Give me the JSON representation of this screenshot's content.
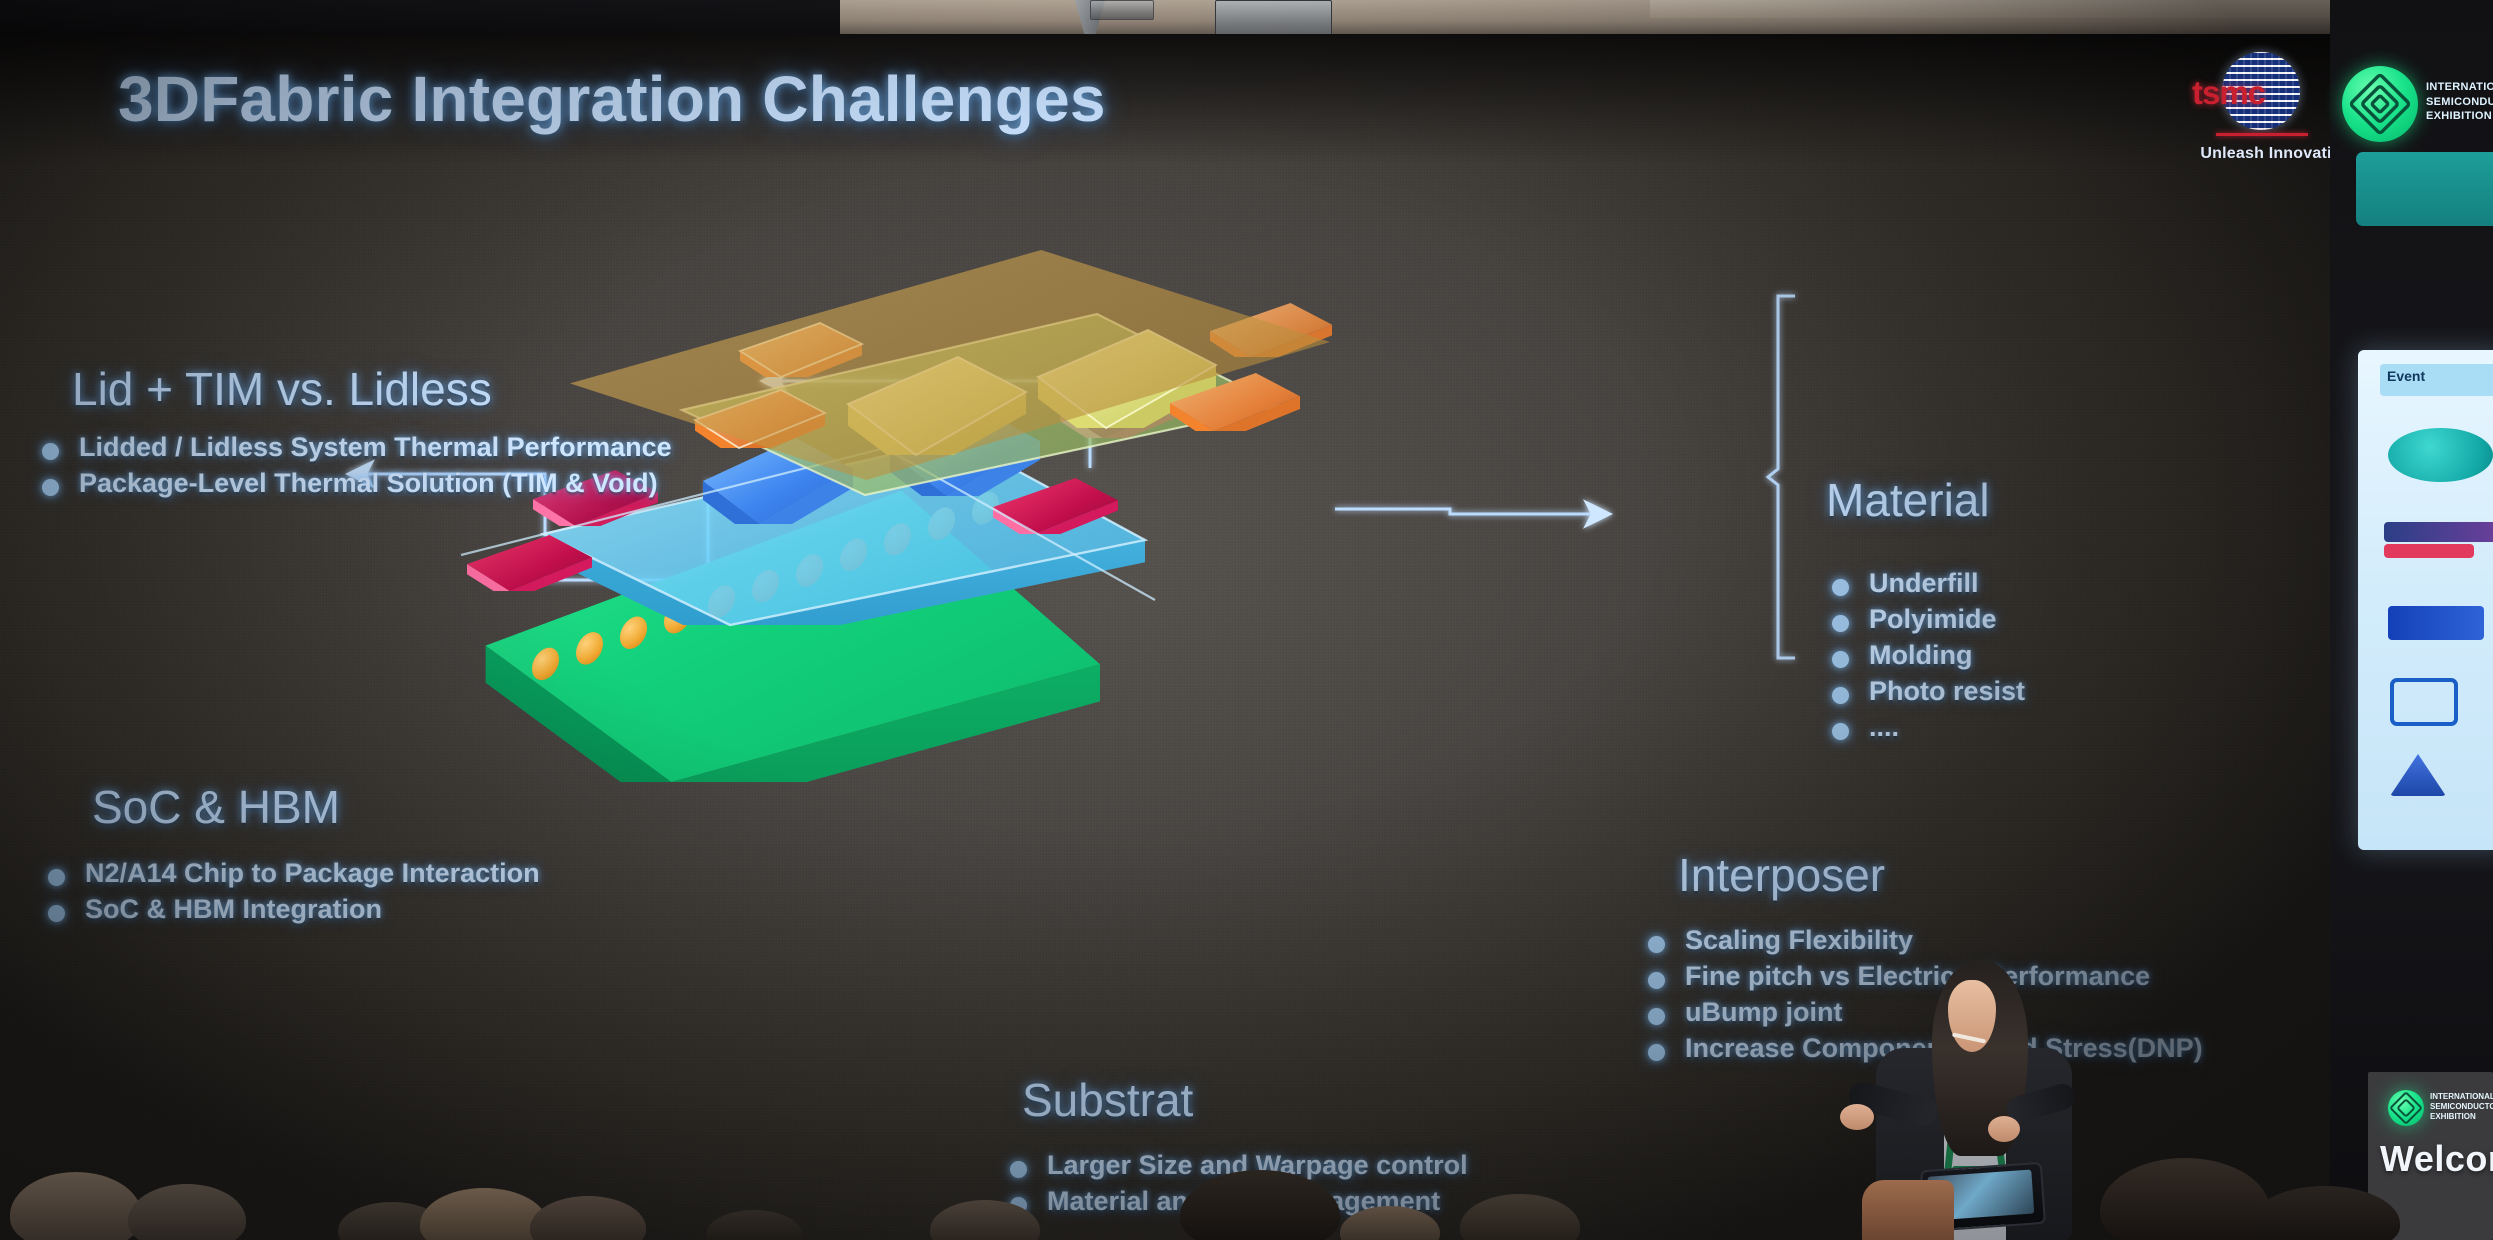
{
  "slide": {
    "title": "3DFabric Integration Challenges",
    "sections": [
      {
        "id": "lid-tim",
        "heading": "Lid + TIM vs. Lidless",
        "bullets": [
          "Lidded / Lidless System Thermal Performance",
          "Package-Level Thermal Solution (TIM & Void)"
        ]
      },
      {
        "id": "soc-hbm",
        "heading": "SoC & HBM",
        "bullets": [
          "N2/A14 Chip to Package Interaction",
          "SoC & HBM Integration"
        ]
      },
      {
        "id": "material",
        "heading": "Material",
        "bullets": [
          "Underfill",
          "Polyimide",
          "Molding",
          " Photo resist",
          "...."
        ]
      },
      {
        "id": "interposer",
        "heading": "Interposer",
        "bullets": [
          "Scaling Flexibility",
          "Fine pitch vs Electrical Performance",
          "uBump joint",
          "Increase Component Board Stress(DNP)"
        ]
      },
      {
        "id": "substrate",
        "heading": "Substrat",
        "bullets": [
          "Larger Size and Warpage control",
          "Material and CTE management"
        ]
      }
    ]
  },
  "brand": {
    "tsmc_mark": "tsmc",
    "tagline": "Unleash Innovation"
  },
  "event_banner": {
    "logo_name": "semiconductor-exhibition-logo",
    "logo_lines": [
      "INTERNATIONAL",
      "SEMICONDUCTOR",
      "EXHIBITION"
    ],
    "sponsor_panel_header": "Event",
    "back_screen_text": "Welcom"
  },
  "diagram": {
    "name": "3d-package-exploded-view",
    "layers": [
      {
        "name": "lid",
        "color": "#c39a4a",
        "label": "Lid"
      },
      {
        "name": "tim",
        "color": "#9ec06a",
        "label": "TIM"
      },
      {
        "name": "interposer",
        "color": "#6fd4f5",
        "label": "Interposer"
      },
      {
        "name": "substrate",
        "color": "#18d97a",
        "label": "Substrate"
      }
    ],
    "dies": [
      {
        "name": "hbm-stack-left",
        "color": "#e2843f"
      },
      {
        "name": "soc-die-left",
        "color": "#dede7a"
      },
      {
        "name": "soc-die-right",
        "color": "#dede7a"
      },
      {
        "name": "hbm-stack-right",
        "color": "#e2843f"
      },
      {
        "name": "micro-bump-left",
        "color": "#3f7fe8"
      },
      {
        "name": "micro-bump-right",
        "color": "#3f7fe8"
      },
      {
        "name": "hbm-base-left",
        "color": "#c2185b"
      },
      {
        "name": "hbm-base-right",
        "color": "#c2185b"
      }
    ],
    "solder_balls": 11,
    "solder_ball_color": "#f0a830"
  },
  "colors": {
    "slide_text": "#cfe6ff",
    "accent_glow": "#78b9ff",
    "screen_bg": "#474340",
    "tsmc_red": "#c9202f",
    "semicon_green": "#18e28a"
  }
}
